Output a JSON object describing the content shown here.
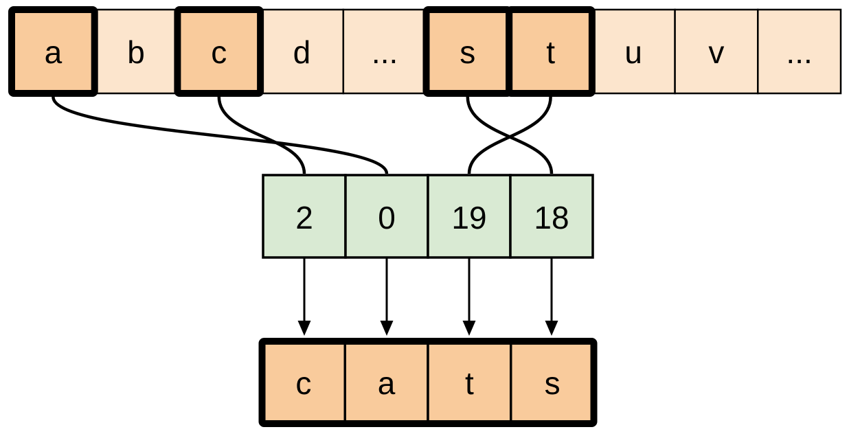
{
  "colors": {
    "background": "#ffffff",
    "line": "#000000",
    "cell_light": "#fce5cd",
    "cell_highlight": "#f9cb9c",
    "index_fill": "#d9ead3"
  },
  "alphabet_row": {
    "cells": [
      {
        "label": "a",
        "highlighted": true
      },
      {
        "label": "b",
        "highlighted": false
      },
      {
        "label": "c",
        "highlighted": true
      },
      {
        "label": "d",
        "highlighted": false
      },
      {
        "label": "...",
        "highlighted": false
      },
      {
        "label": "s",
        "highlighted": true
      },
      {
        "label": "t",
        "highlighted": true
      },
      {
        "label": "u",
        "highlighted": false
      },
      {
        "label": "v",
        "highlighted": false
      },
      {
        "label": "...",
        "highlighted": false
      }
    ]
  },
  "index_row": {
    "cells": [
      {
        "label": "2"
      },
      {
        "label": "0"
      },
      {
        "label": "19"
      },
      {
        "label": "18"
      }
    ]
  },
  "output_row": {
    "cells": [
      {
        "label": "c"
      },
      {
        "label": "a"
      },
      {
        "label": "t"
      },
      {
        "label": "s"
      }
    ]
  }
}
